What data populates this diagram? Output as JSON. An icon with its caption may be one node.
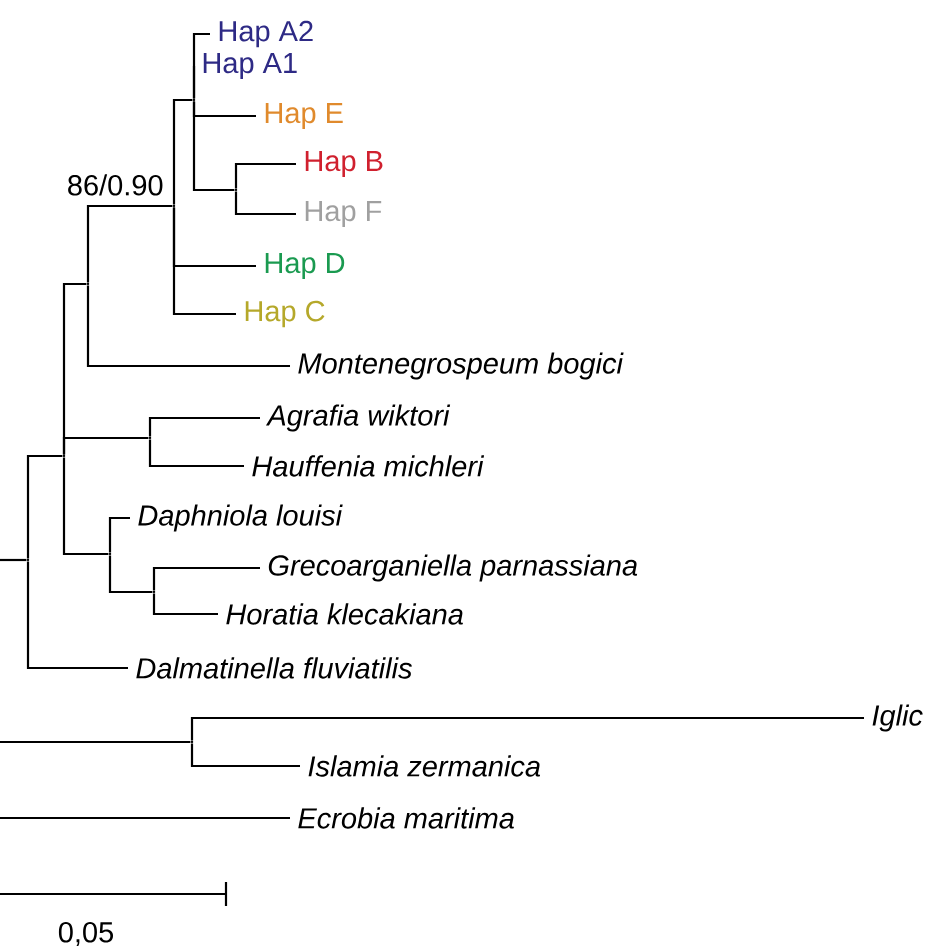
{
  "diagram": {
    "nodes": [
      {
        "text": [
          "Hap A2"
        ]
      },
      {
        "text": [
          "Hap A1"
        ]
      },
      {
        "text": [
          "Hap E"
        ]
      },
      {
        "text": [
          "Hap B"
        ]
      },
      {
        "text": [
          "Hap F"
        ]
      },
      {
        "text": [
          "Hap D"
        ]
      },
      {
        "text": [
          "Hap C"
        ]
      },
      {
        "text": [
          "Montenegrospeum bogici"
        ]
      },
      {
        "text": [
          "Agrafia wiktori"
        ]
      },
      {
        "text": [
          "Hauffenia michleri"
        ]
      },
      {
        "text": [
          "Daphniola louisi"
        ]
      },
      {
        "text": [
          "Grecoarganiella parnassiana"
        ]
      },
      {
        "text": [
          "Horatia klecakiana"
        ]
      },
      {
        "text": [
          "Dalmatinella fluviatilis"
        ]
      },
      {
        "text": [
          "Iglic"
        ]
      },
      {
        "text": [
          "Islamia zermanica"
        ]
      },
      {
        "text": [
          "Ecrobia maritima"
        ]
      },
      {
        "text": [],
        "shape": "point"
      },
      {
        "text": [],
        "shape": "point"
      },
      {
        "text": [],
        "shape": "point",
        "beside": [
          "86/0.90"
        ]
      },
      {
        "text": [],
        "shape": "point"
      },
      {
        "text": [],
        "shape": "point"
      },
      {
        "text": [],
        "shape": "point"
      },
      {
        "text": [],
        "shape": "point"
      },
      {
        "text": [],
        "shape": "point"
      },
      {
        "text": [],
        "shape": "point"
      },
      {
        "text": [],
        "shape": "point"
      }
    ],
    "edges": [
      {
        "from": 17,
        "to": 0,
        "arrow": "none"
      },
      {
        "from": 17,
        "to": 1,
        "arrow": "none"
      },
      {
        "from": 17,
        "to": 2,
        "arrow": "none"
      },
      {
        "from": 17,
        "to": 18,
        "arrow": "none"
      },
      {
        "from": 18,
        "to": 3,
        "arrow": "none"
      },
      {
        "from": 18,
        "to": 4,
        "arrow": "none"
      },
      {
        "from": 19,
        "to": 17,
        "arrow": "none"
      },
      {
        "from": 19,
        "to": 5,
        "arrow": "none"
      },
      {
        "from": 19,
        "to": 6,
        "arrow": "none"
      },
      {
        "from": 20,
        "to": 19,
        "arrow": "none"
      },
      {
        "from": 20,
        "to": 7,
        "arrow": "none"
      },
      {
        "from": 22,
        "to": 20,
        "arrow": "none"
      },
      {
        "from": 22,
        "to": 21,
        "arrow": "none"
      },
      {
        "from": 22,
        "to": 23,
        "arrow": "none"
      },
      {
        "from": 21,
        "to": 8,
        "arrow": "none"
      },
      {
        "from": 21,
        "to": 9,
        "arrow": "none"
      },
      {
        "from": 23,
        "to": 10,
        "arrow": "none"
      },
      {
        "from": 23,
        "to": 25,
        "arrow": "none"
      },
      {
        "from": 25,
        "to": 11,
        "arrow": "none"
      },
      {
        "from": 25,
        "to": 12,
        "arrow": "none"
      },
      {
        "from": 24,
        "to": 22,
        "arrow": "none"
      },
      {
        "from": 24,
        "to": 13,
        "arrow": "none"
      },
      {
        "from": null,
        "to": 24,
        "arrow": "none"
      },
      {
        "from": null,
        "to": 26,
        "arrow": "none"
      },
      {
        "from": 26,
        "to": 14,
        "arrow": "none"
      },
      {
        "from": 26,
        "to": 15,
        "arrow": "none"
      },
      {
        "from": null,
        "to": 16,
        "arrow": "none"
      }
    ],
    "labels": [
      "0,05"
    ]
  }
}
